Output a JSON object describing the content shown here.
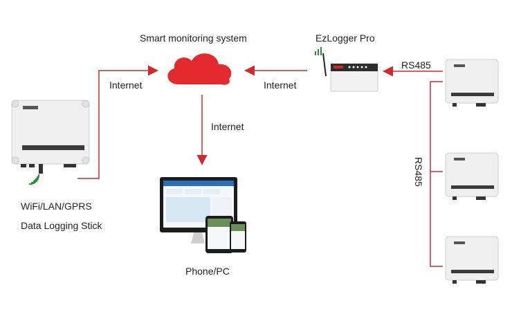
{
  "labels": {
    "cloud": "Smart monitoring system",
    "logger": "EzLogger Pro",
    "rs485_top": "RS485",
    "rs485_side": "RS485",
    "internet_left": "Internet",
    "internet_right": "Internet",
    "internet_down": "Internet",
    "stick_line1": "WiFi/LAN/GPRS",
    "stick_line2": "Data Logging Stick",
    "devices": "Phone/PC"
  },
  "colors": {
    "link": "#d12a2a",
    "cloud": "#e32a2f",
    "device_body": "#eeeeee",
    "device_edge": "#cfcfcf",
    "wifi": "#2e8b3a"
  }
}
